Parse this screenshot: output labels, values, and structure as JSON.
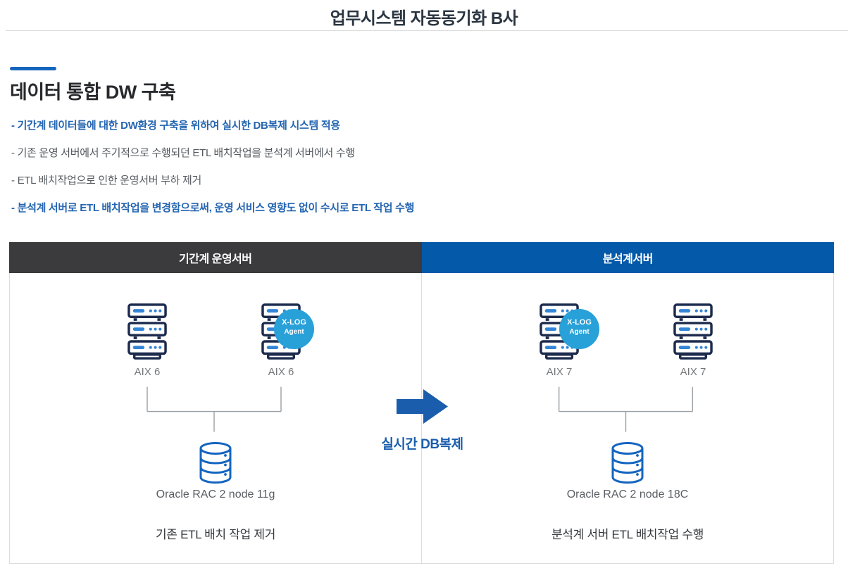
{
  "header": {
    "title": "업무시스템 자동동기화 B사"
  },
  "section": {
    "heading": "데이터 통합 DW 구축",
    "bullets": [
      {
        "text": "- 기간계 데이터들에 대한 DW환경 구축을 위하여 실시한 DB복제 시스템 적용",
        "style": "blue"
      },
      {
        "text": "- 기존 운영 서버에서 주기적으로 수행되던 ETL 배치작업을 분석계 서버에서 수행",
        "style": "gray"
      },
      {
        "text": "- ETL 배치작업으로 인한 운영서버 부하 제거",
        "style": "gray"
      },
      {
        "text": "- 분석계 서버로 ETL 배치작업을 변경함으로써, 운영 서비스 영향도 없이 수시로 ETL 작업 수행",
        "style": "blue"
      }
    ]
  },
  "diagram": {
    "left_panel": {
      "header": "기간계 운영서버",
      "servers": [
        {
          "label": "AIX 6"
        },
        {
          "label": "AIX 6"
        }
      ],
      "database_label": "Oracle RAC 2 node 11g",
      "caption": "기존 ETL 배치 작업 제거"
    },
    "right_panel": {
      "header": "분석계서버",
      "servers": [
        {
          "label": "AIX 7"
        },
        {
          "label": "AIX 7"
        }
      ],
      "database_label": "Oracle RAC 2 node 18C",
      "caption": "분석계 서버 ETL 배치작업 수행"
    },
    "arrow_label": "실시간 DB복제",
    "badge": {
      "line1": "X-LOG",
      "line2": "Agent"
    },
    "colors": {
      "accent_blue": "#1565bd",
      "header_dark_bg": "#3b3b3d",
      "header_blue_bg": "#0459a9",
      "badge_blue": "#28a0d8",
      "icon_navy": "#1c2b4d",
      "icon_blue": "#3385d6",
      "db_blue": "#1565c0",
      "arrow_blue": "#1a5dad",
      "emphasis_text_blue": "#2465b1"
    }
  }
}
